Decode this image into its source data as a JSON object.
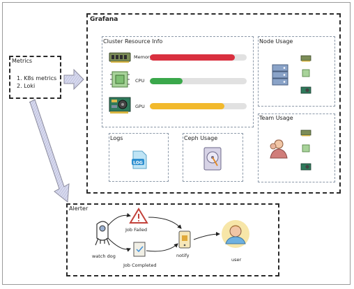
{
  "metrics": {
    "title": "Metrics",
    "items": [
      "1. K8s metrics",
      "2. Loki"
    ]
  },
  "grafana": {
    "title": "Grafana",
    "cluster": {
      "title": "Cluster Resource Info",
      "resources": [
        {
          "label": "Memory",
          "value": 0.88,
          "color": "#d9303f",
          "icon": "memory-icon"
        },
        {
          "label": "CPU",
          "value": 0.34,
          "color": "#3aa84b",
          "icon": "cpu-chip-icon"
        },
        {
          "label": "GPU",
          "value": 0.77,
          "color": "#f2b92c",
          "icon": "gpu-card-icon"
        }
      ]
    },
    "node_usage": {
      "title": "Node Usage"
    },
    "team_usage": {
      "title": "Team Usage"
    },
    "logs": {
      "title": "Logs",
      "icon_text": "LOG"
    },
    "ceph": {
      "title": "Ceph Usage"
    }
  },
  "alerter": {
    "title": "Alerter",
    "watchdog": "watch dog",
    "job_failed": "Job Failed",
    "job_completed": "Job Completed",
    "notify": "notify",
    "user": "user"
  },
  "colors": {
    "memory": "#d9303f",
    "cpu": "#3aa84b",
    "gpu": "#f2b92c",
    "arrow": "#c9cbe4"
  }
}
